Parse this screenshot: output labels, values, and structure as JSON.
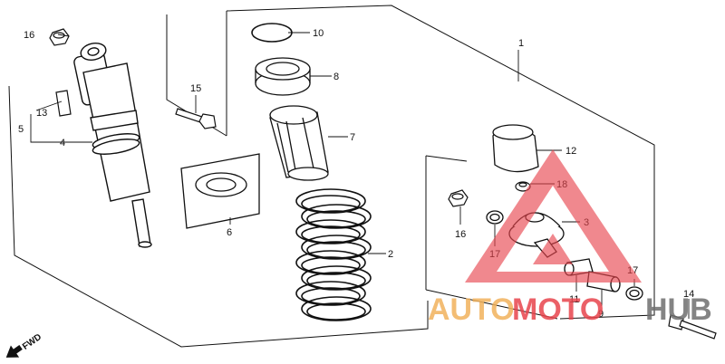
{
  "callouts": {
    "c1": "1",
    "c2": "2",
    "c3": "3",
    "c4": "4",
    "c5": "5",
    "c6": "6",
    "c7": "7",
    "c8": "8",
    "c9": "9",
    "c10": "10",
    "c11": "11",
    "c12": "12",
    "c13": "13",
    "c14": "14",
    "c15": "15",
    "c16a": "16",
    "c16b": "16",
    "c17a": "17",
    "c17b": "17",
    "c18": "18"
  },
  "fwd_label": "FWD",
  "watermark": {
    "part1": "AUTO",
    "part2": "MOTO",
    "part3": "HUB",
    "colors": {
      "orange": "#f2b25c",
      "red": "#e8454d",
      "gray": "#6f6f6f"
    }
  }
}
